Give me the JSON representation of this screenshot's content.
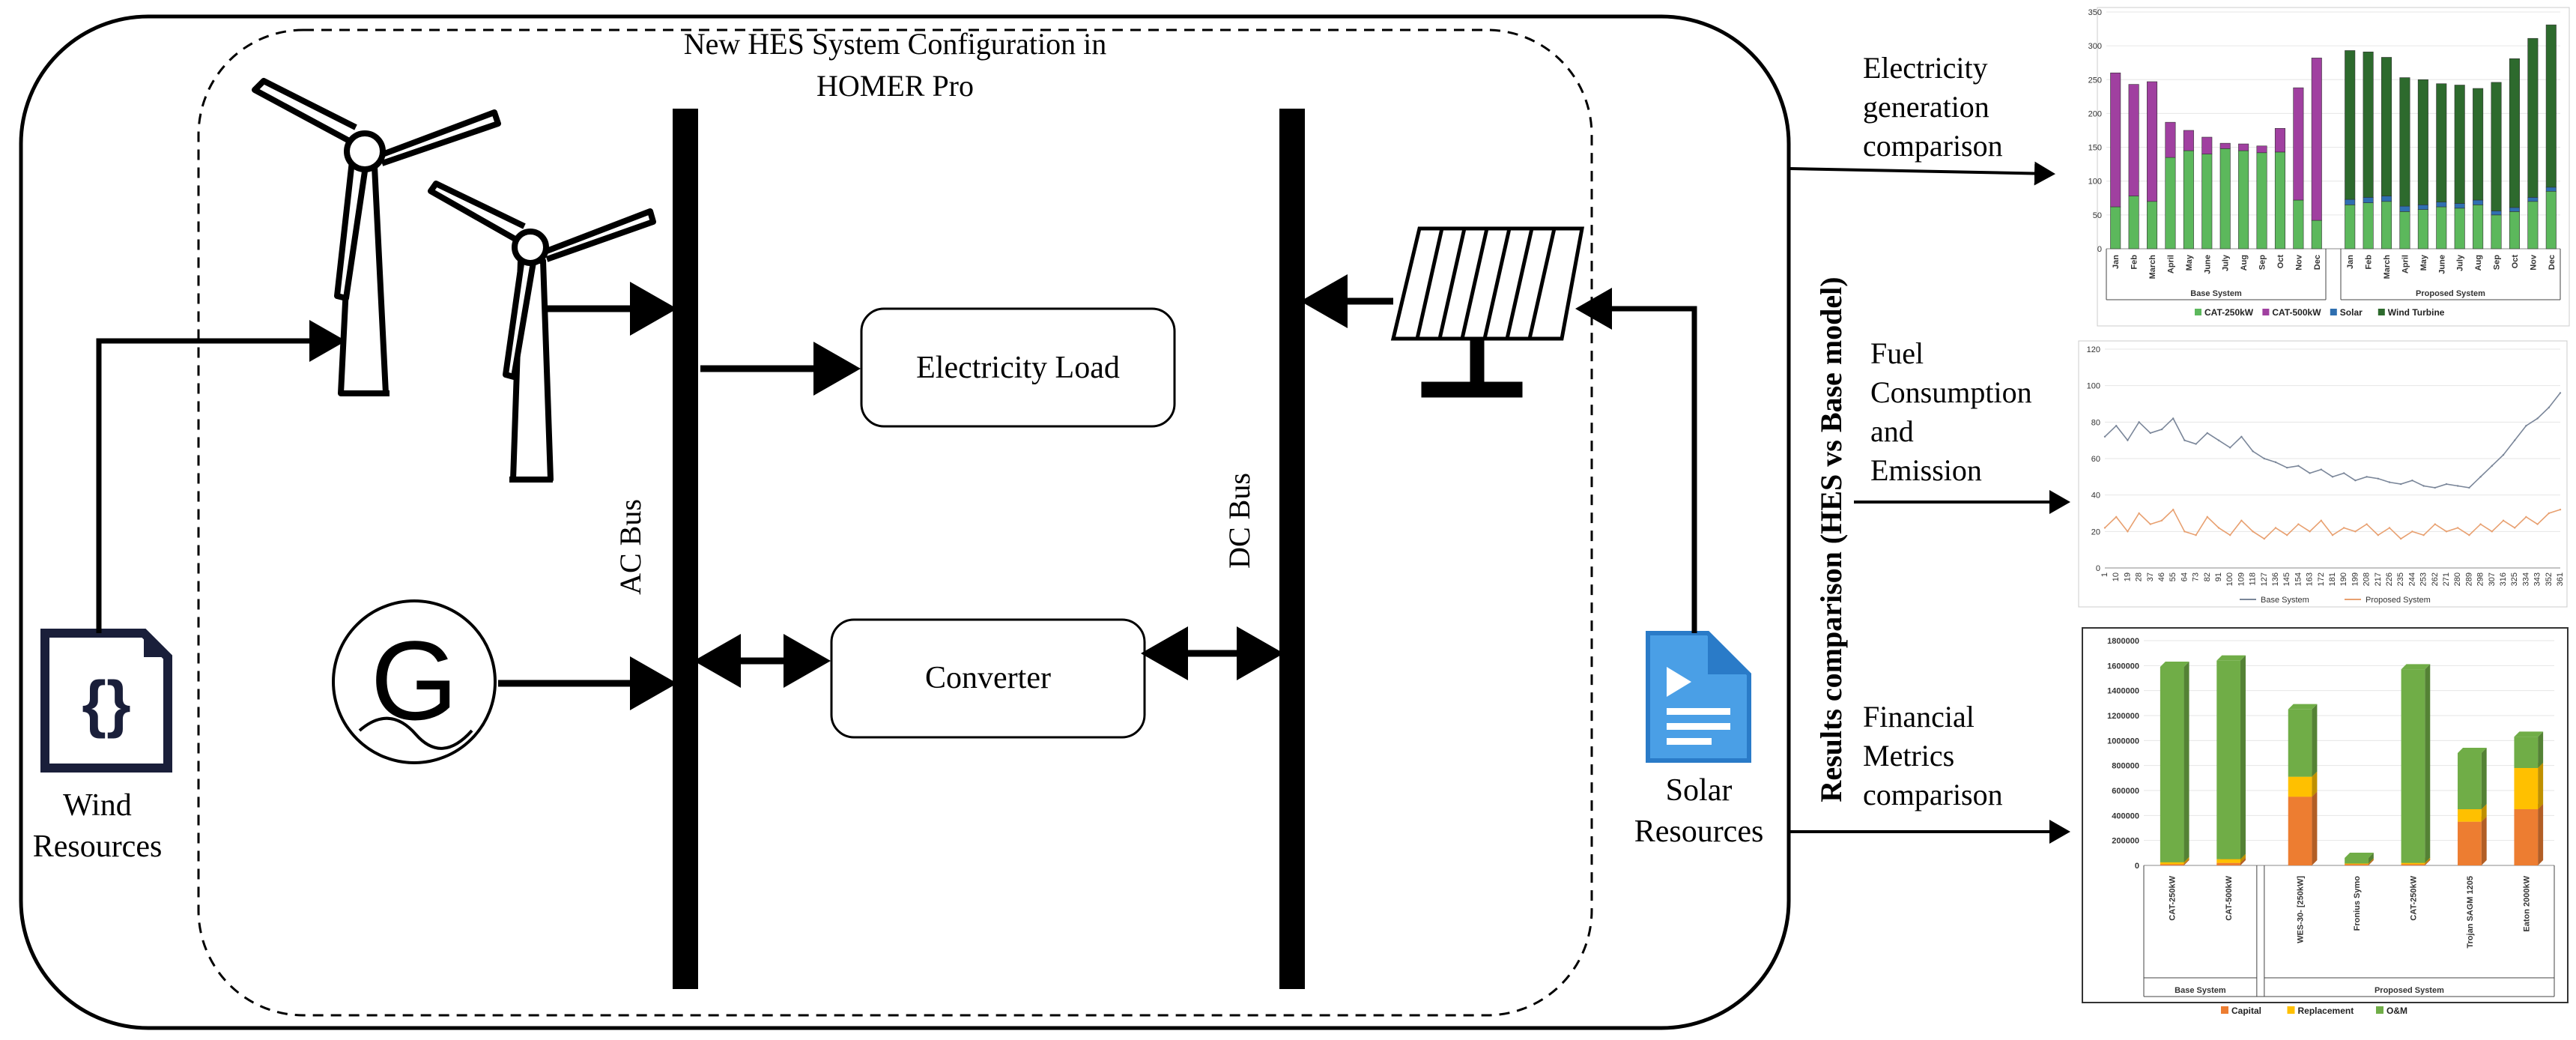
{
  "diagram": {
    "system_title_line1": "New HES System Configuration in",
    "system_title_line2": "HOMER Pro",
    "ac_bus": "AC Bus",
    "dc_bus": "DC Bus",
    "electricity_load": "Electricity Load",
    "converter": "Converter",
    "wind_line1": "Wind",
    "wind_line2": "Resources",
    "solar_line1": "Solar",
    "solar_line2": "Resources",
    "generator_letter": "G",
    "results_title": "Results comparison (HES vs Base model)",
    "arrow_labels": {
      "generation": [
        "Electricity",
        "generation",
        "comparison"
      ],
      "fuel": [
        "Fuel",
        "Consumption",
        "and",
        "Emission"
      ],
      "financial": [
        "Financial",
        "Metrics",
        "comparison"
      ]
    },
    "icons": [
      "wind-turbine-icon",
      "generator-icon",
      "solar-panel-icon",
      "code-document-icon",
      "text-document-icon"
    ]
  },
  "chart_data": [
    {
      "type": "bar",
      "stacked": true,
      "categories": [
        "Jan",
        "Feb",
        "March",
        "April",
        "May",
        "June",
        "July",
        "Aug",
        "Sep",
        "Oct",
        "Nov",
        "Dec",
        "Jan",
        "Feb",
        "March",
        "April",
        "May",
        "June",
        "July",
        "Aug",
        "Sep",
        "Oct",
        "Nov",
        "Dec"
      ],
      "groups": [
        {
          "label": "Base System",
          "count": 12
        },
        {
          "label": "Proposed System",
          "count": 12
        }
      ],
      "series": [
        {
          "name": "CAT-250kW",
          "color": "#5cb85c",
          "values": [
            62,
            78,
            70,
            135,
            145,
            140,
            148,
            145,
            142,
            143,
            72,
            42,
            65,
            68,
            70,
            55,
            58,
            62,
            60,
            65,
            50,
            55,
            70,
            85
          ]
        },
        {
          "name": "CAT-500kW",
          "color": "#a040a0",
          "values": [
            198,
            165,
            177,
            52,
            30,
            25,
            8,
            10,
            10,
            35,
            166,
            240,
            0,
            0,
            0,
            0,
            0,
            0,
            0,
            0,
            0,
            0,
            0,
            0
          ]
        },
        {
          "name": "Solar",
          "color": "#2f6fb0",
          "values": [
            0,
            0,
            0,
            0,
            0,
            0,
            0,
            0,
            0,
            0,
            0,
            0,
            8,
            8,
            8,
            8,
            7,
            7,
            7,
            7,
            6,
            6,
            6,
            6
          ]
        },
        {
          "name": "Wind Turbine",
          "color": "#2d6a2d",
          "values": [
            0,
            0,
            0,
            0,
            0,
            0,
            0,
            0,
            0,
            0,
            0,
            0,
            220,
            215,
            205,
            190,
            185,
            175,
            175,
            165,
            190,
            220,
            235,
            240
          ]
        }
      ],
      "ylim": [
        0,
        350
      ],
      "yticks": [
        0,
        50,
        100,
        150,
        200,
        250,
        300,
        350
      ]
    },
    {
      "type": "line",
      "x_tick_labels": [
        "1",
        "10",
        "19",
        "28",
        "37",
        "46",
        "55",
        "64",
        "73",
        "82",
        "91",
        "100",
        "109",
        "118",
        "127",
        "136",
        "145",
        "154",
        "163",
        "172",
        "181",
        "190",
        "199",
        "208",
        "217",
        "226",
        "235",
        "244",
        "253",
        "262",
        "271",
        "280",
        "289",
        "298",
        "307",
        "316",
        "325",
        "334",
        "343",
        "352",
        "361"
      ],
      "series": [
        {
          "name": "Base System",
          "color": "#7a8699",
          "values": [
            72,
            78,
            70,
            80,
            74,
            76,
            82,
            70,
            68,
            74,
            70,
            66,
            72,
            64,
            60,
            58,
            55,
            56,
            52,
            54,
            50,
            52,
            48,
            50,
            49,
            47,
            46,
            48,
            45,
            44,
            46,
            45,
            44,
            50,
            56,
            62,
            70,
            78,
            82,
            88,
            96
          ]
        },
        {
          "name": "Proposed System",
          "color": "#e8a070",
          "values": [
            22,
            28,
            20,
            30,
            24,
            26,
            32,
            20,
            18,
            28,
            22,
            18,
            26,
            20,
            16,
            22,
            18,
            24,
            20,
            26,
            18,
            22,
            20,
            24,
            18,
            22,
            16,
            20,
            18,
            24,
            20,
            22,
            18,
            24,
            20,
            26,
            22,
            28,
            24,
            30,
            32
          ]
        }
      ],
      "ylim": [
        0,
        120
      ],
      "yticks": [
        0,
        20,
        40,
        60,
        80,
        100,
        120
      ]
    },
    {
      "type": "bar",
      "stacked": true,
      "categories": [
        "CAT-250kW",
        "CAT-500kW",
        "WES-30- [250kW]",
        "Fronius Symo",
        "CAT-250kW",
        "Trojan SAGM 1205",
        "Eaton 2000kW"
      ],
      "groups": [
        {
          "label": "Base System",
          "count": 2
        },
        {
          "label": "Proposed System",
          "count": 5
        }
      ],
      "series": [
        {
          "name": "Capital",
          "color": "#ed7d31",
          "values": [
            10000,
            20000,
            550000,
            10000,
            10000,
            350000,
            450000
          ]
        },
        {
          "name": "Replacement",
          "color": "#ffc000",
          "values": [
            15000,
            30000,
            160000,
            5000,
            10000,
            100000,
            330000
          ]
        },
        {
          "name": "O&M",
          "color": "#70ad47",
          "values": [
            1565000,
            1590000,
            540000,
            45000,
            1550000,
            450000,
            250000
          ]
        }
      ],
      "ylim": [
        0,
        1800000
      ],
      "yticks": [
        0,
        200000,
        400000,
        600000,
        800000,
        1000000,
        1200000,
        1400000,
        1600000,
        1800000
      ]
    }
  ]
}
